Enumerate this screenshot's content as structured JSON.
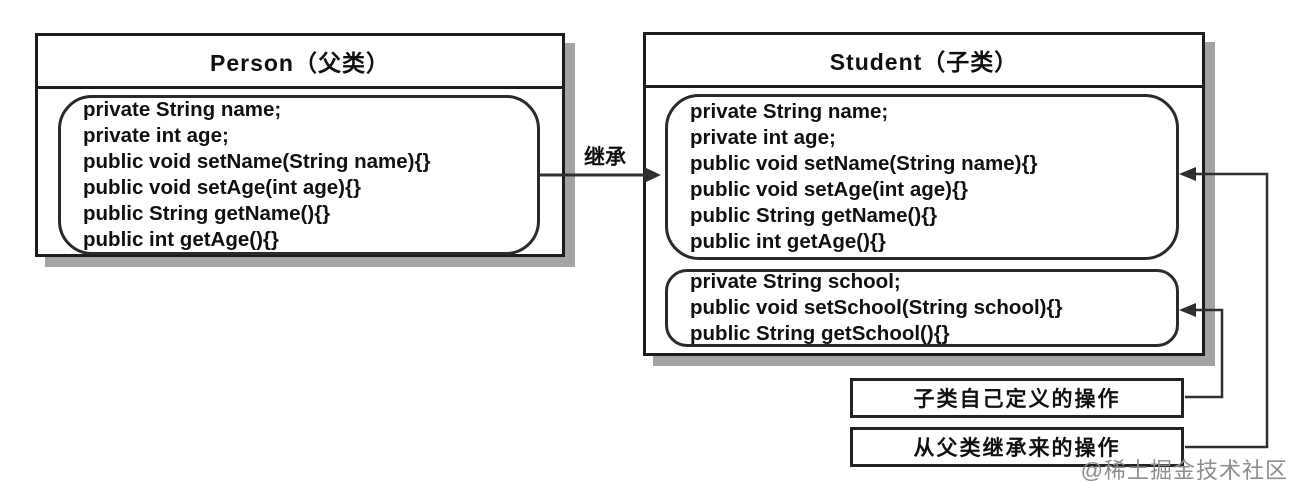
{
  "diagram": {
    "person": {
      "title": "Person（父类）",
      "members": [
        "private String name;",
        "private int age;",
        "public void setName(String name){}",
        "public void setAge(int age){}",
        "public String getName(){}",
        "public int getAge(){}"
      ]
    },
    "student": {
      "title": "Student（子类）",
      "inherited_members": [
        "private String name;",
        "private int age;",
        "public void setName(String name){}",
        "public void setAge(int age){}",
        "public String getName(){}",
        "public int getAge(){}"
      ],
      "own_members": [
        "private String school;",
        "public void setSchool(String school){}",
        "public String getSchool(){}"
      ]
    },
    "inheritance_label": "继承",
    "callouts": {
      "own_ops": "子类自己定义的操作",
      "inherited_ops": "从父类继承来的操作"
    },
    "watermark": "@稀土掘金技术社区"
  },
  "colors": {
    "box_border": "#1c1c1c",
    "inner_border": "#2a2a2a",
    "shadow": "#a3a3a3",
    "text": "#101010",
    "connector_line": "#2f2f2f",
    "watermark": "#8d8d8d",
    "background": "#ffffff"
  }
}
